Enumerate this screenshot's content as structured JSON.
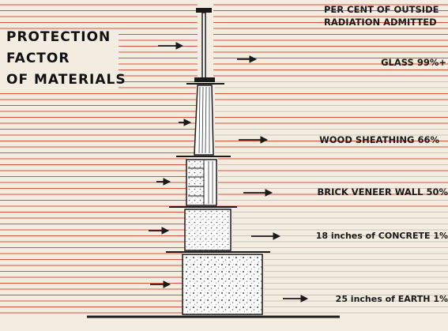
{
  "title_lines": [
    "PROTECTION",
    "FACTOR",
    "OF MATERIALS"
  ],
  "header_lines": [
    "PER CENT OF OUTSIDE",
    "RADIATION ADMITTED"
  ],
  "materials": [
    {
      "key": "glass",
      "label": "GLASS 99%+"
    },
    {
      "key": "wood",
      "label": "WOOD SHEATHING 66%"
    },
    {
      "key": "brick",
      "label": "BRICK VENEER WALL 50%"
    },
    {
      "key": "concrete",
      "label": "18 inches of CONCRETE  1%"
    },
    {
      "key": "earth",
      "label": "25 inches of EARTH  1%"
    }
  ],
  "colors": {
    "background": "#f2ede0",
    "radiation_line": "#d9533f",
    "gray_line": "#cfc4b6",
    "ink": "#1a1a1a"
  }
}
